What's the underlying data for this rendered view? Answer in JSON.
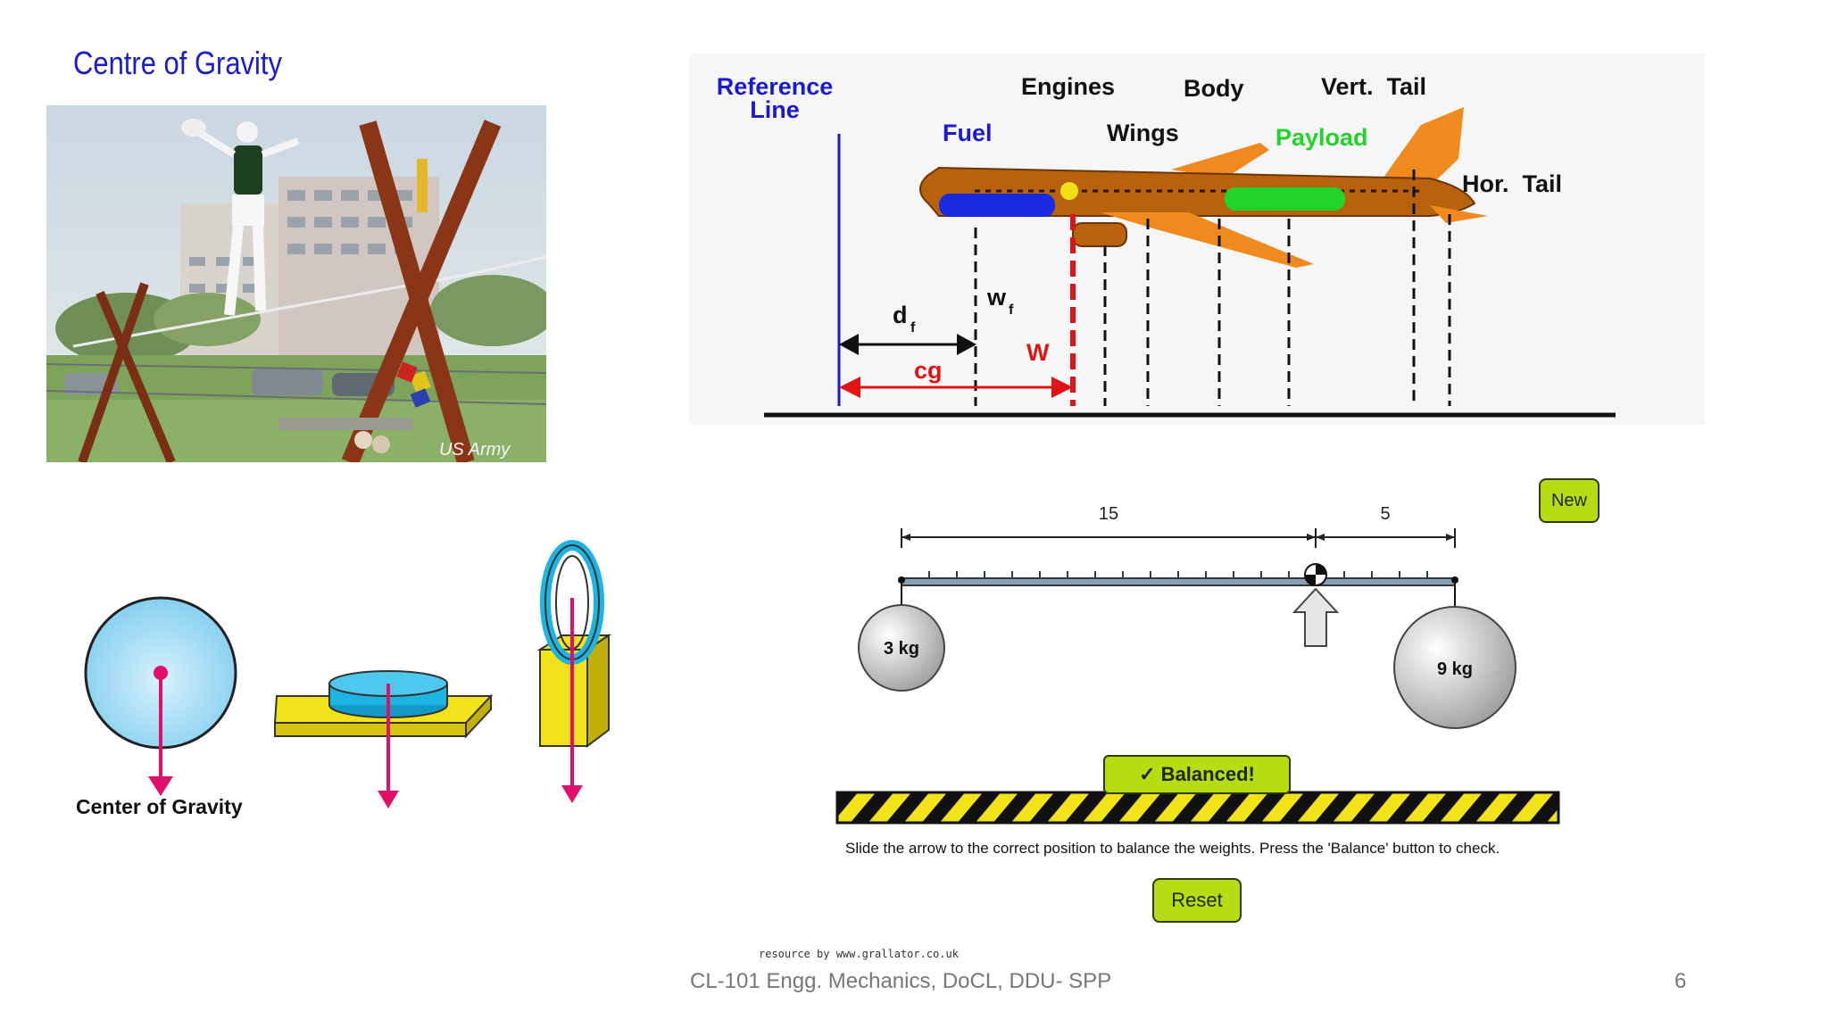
{
  "slide": {
    "title": "Centre of Gravity",
    "photo_watermark": "US Army"
  },
  "airplane_diagram": {
    "labels": {
      "reference_line": [
        "Reference",
        "Line"
      ],
      "fuel": "Fuel",
      "engines": "Engines",
      "wings": "Wings",
      "body": "Body",
      "payload": "Payload",
      "vert_tail": "Vert.  Tail",
      "hor_tail": "Hor.  Tail",
      "df": "d",
      "df_sub": "f",
      "wf": "w",
      "wf_sub": "f",
      "W": "W",
      "cg": "cg"
    },
    "colors": {
      "reference": "#1a1ad0",
      "fuel": "#1a1ad0",
      "payload": "#22d42a",
      "cg": "#e01414",
      "fuselage": "#b8620e",
      "wings": "#f08a1e"
    }
  },
  "cg_shapes": {
    "caption": "Center of Gravity",
    "colors": {
      "sphere": "#9ed8f3",
      "disc": "#1eb4e2",
      "plate": "#f2e21a",
      "arrow": "#e0106a"
    }
  },
  "balance_sim": {
    "dim_left": "15",
    "dim_right": "5",
    "left_weight": "3 kg",
    "right_weight": "9 kg",
    "new_button": "New",
    "balanced_button": "✓ Balanced!",
    "instruction": "Slide the arrow to the correct position to balance the weights. Press the 'Balance' button to check.",
    "reset_button": "Reset"
  },
  "footer": {
    "resource": "resource by www.grallator.co.uk",
    "course": "CL-101 Engg. Mechanics, DoCL, DDU- SPP",
    "page": "6"
  }
}
